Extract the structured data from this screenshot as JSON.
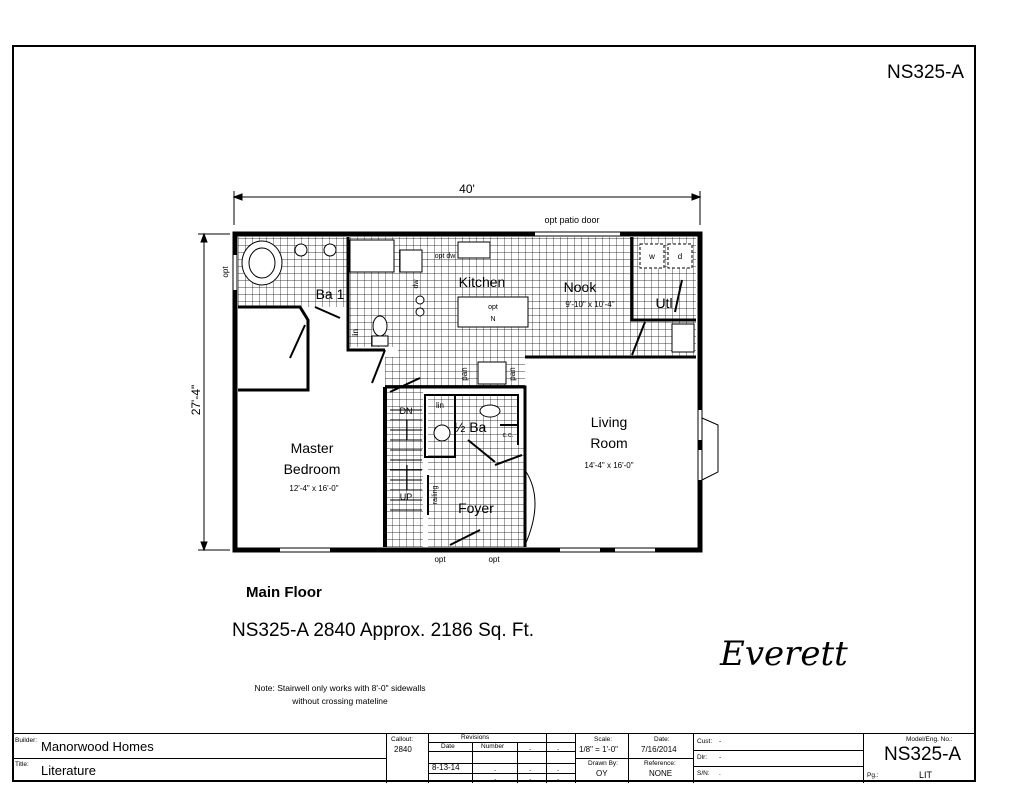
{
  "sheet": {
    "model_top": "NS325-A",
    "main_floor_label": "Main Floor",
    "summary": "NS325-A 2840  Approx. 2186 Sq. Ft.",
    "name": "Everett",
    "note_line1": "Note: Stairwell only works with 8'-0\" sidewalls",
    "note_line2": "without crossing mateline"
  },
  "plan": {
    "width_dim": "40'",
    "depth_dim": "27'-4\"",
    "patio": "opt patio door",
    "rooms": {
      "kitchen": "Kitchen",
      "nook": "Nook",
      "nook_size": "9'-10\" x 10'-4\"",
      "utl": "Utl",
      "ba1": "Ba 1",
      "master1": "Master",
      "master2": "Bedroom",
      "master_size": "12'-4\" x 16'-0\"",
      "living1": "Living",
      "living2": "Room",
      "living_size": "14'-4\" x 16'-0\"",
      "half_ba": "½ Ba",
      "foyer": "Foyer"
    },
    "labels": {
      "opt_left": "opt",
      "opt_dw": "opt dw",
      "dw": "dw",
      "opt_table": "opt",
      "n": "N",
      "lin1": "lin",
      "lin2": "lin",
      "pan1": "pan",
      "pan2": "pan",
      "dn": "DN",
      "up": "UP",
      "railing": "railing",
      "cc": "c.c.",
      "opt_bottom1": "opt",
      "opt_bottom2": "opt",
      "w": "w",
      "d": "d"
    }
  },
  "title_block": {
    "builder_lbl": "Builder:",
    "builder": "Manorwood Homes",
    "title_lbl": "Title:",
    "title": "Literature",
    "callout_lbl": "Callout:",
    "callout": "2840",
    "revisions_lbl": "Revisions",
    "date_lbl": "Date",
    "number_lbl": "Number",
    "rev_date": "8-13-14",
    "dot": ".",
    "scale_lbl": "Scale:",
    "scale": "1/8\" = 1'-0\"",
    "drawn_lbl": "Drawn By:",
    "drawn": "OY",
    "date2_lbl": "Date:",
    "date2": "7/16/2014",
    "ref_lbl": "Reference:",
    "ref": "NONE",
    "cust_lbl": "Cust:",
    "cust": "-",
    "dlr_lbl": "Dlr:",
    "dlr": "-",
    "sn_lbl": "S/N:",
    "sn": ".",
    "model_lbl": "Model/Eng. No.:",
    "model": "NS325-A",
    "pg_lbl": "Pg.:",
    "pg": "LIT"
  }
}
